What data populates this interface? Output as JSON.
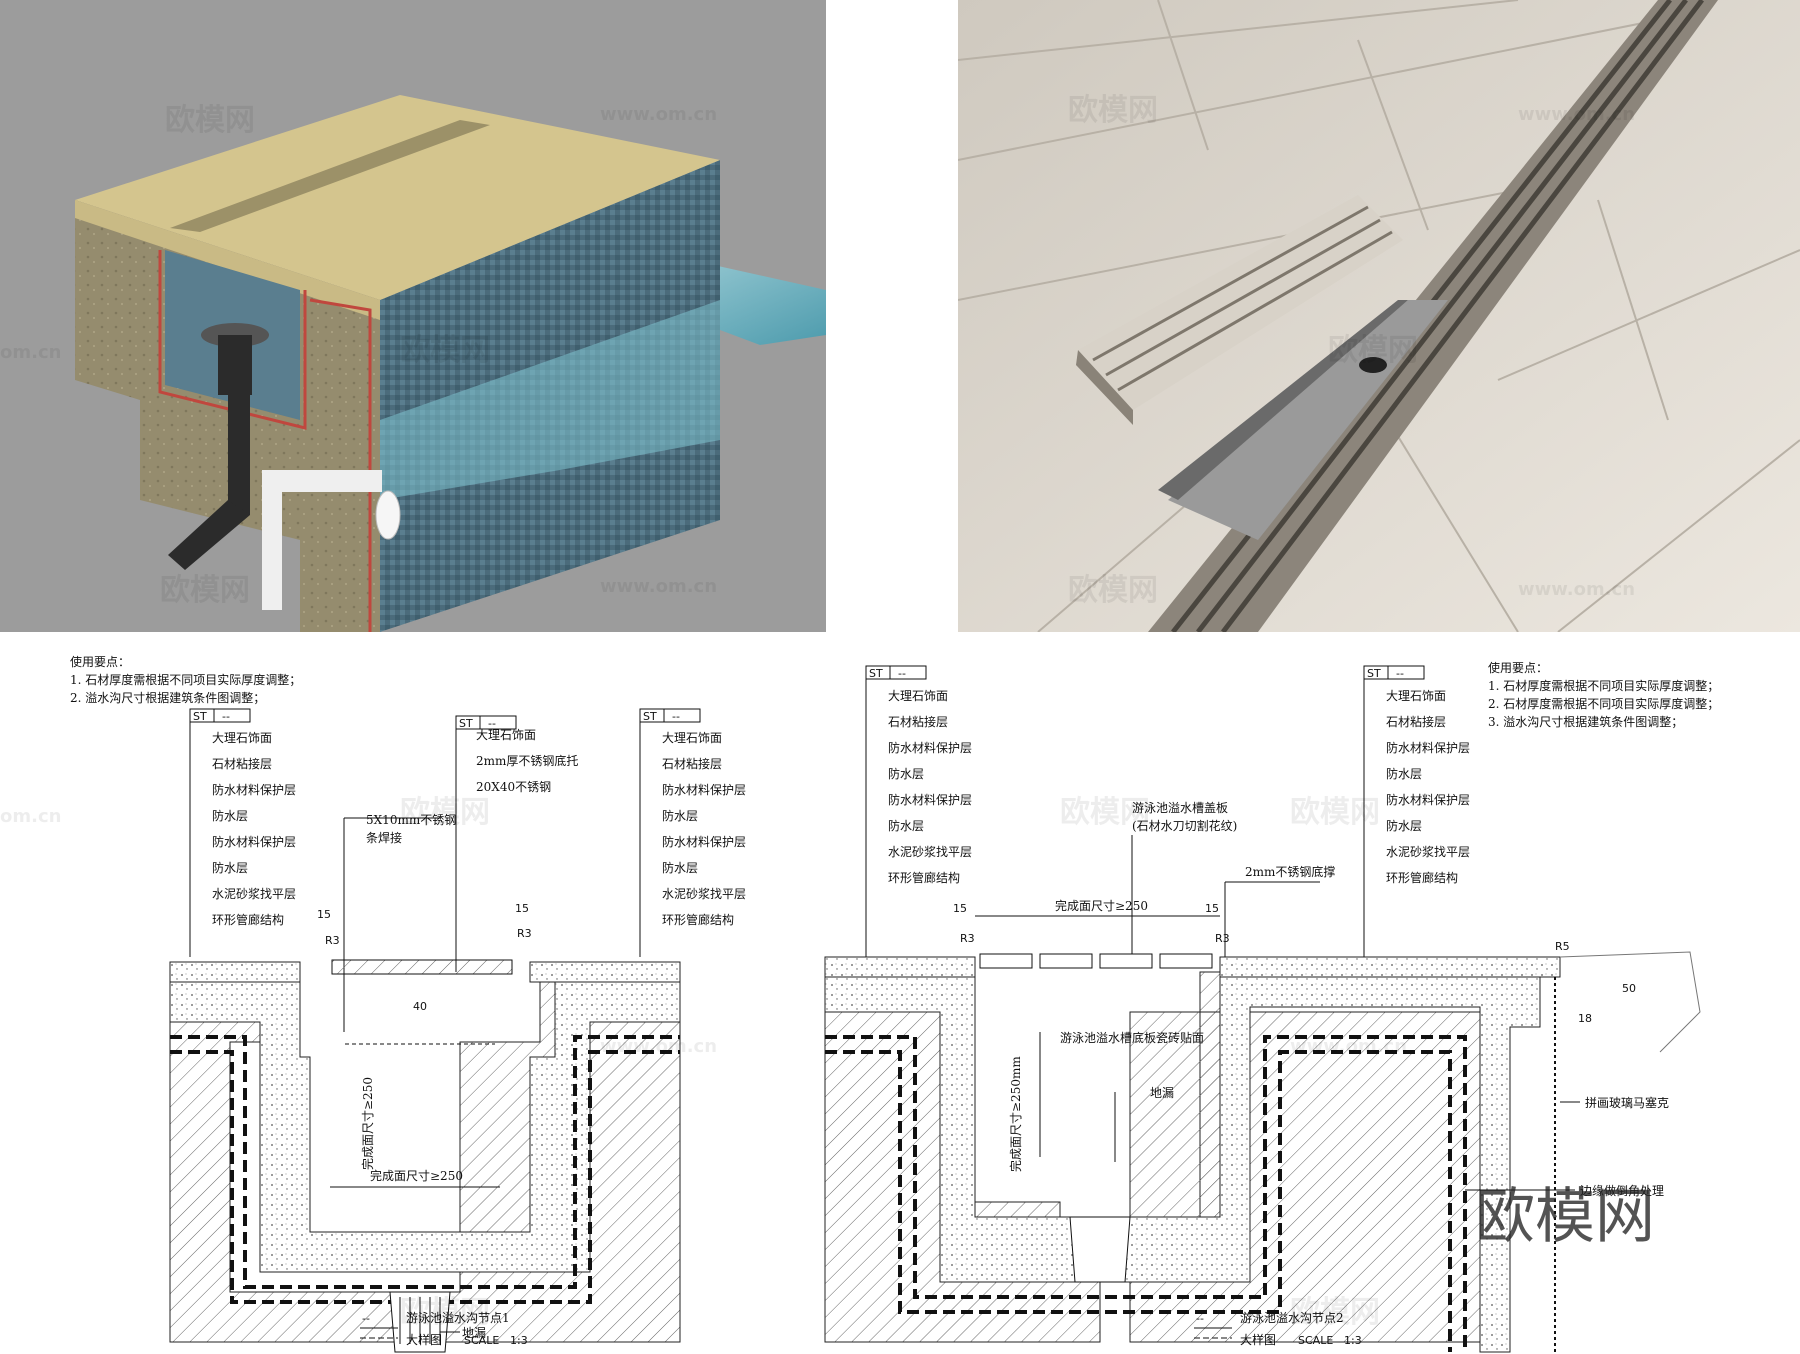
{
  "watermark": {
    "brand": "欧模网",
    "url": "www.om.cn",
    "url_short": "om.cn",
    "big": "欧模网"
  },
  "detail1": {
    "notes_title": "使用要点：",
    "notes": [
      "1.  石材厚度需根据不同项目实际厚度调整；",
      "2.  溢水沟尺寸根据建筑条件图调整；"
    ],
    "tag": [
      "ST",
      "--"
    ],
    "left_layers": [
      "大理石饰面",
      "石材粘接层",
      "防水材料保护层",
      "防水层",
      "防水材料保护层",
      "防水层",
      "水泥砂浆找平层",
      "环形管廊结构"
    ],
    "center_tag": [
      "ST",
      "--"
    ],
    "center_labels": [
      "大理石饰面",
      "2mm厚不锈钢底托",
      "20X40不锈钢"
    ],
    "weld_label": [
      "5X10mm不锈钢",
      "条焊接"
    ],
    "right_tag": [
      "ST",
      "--"
    ],
    "right_layers": [
      "大理石饰面",
      "石材粘接层",
      "防水材料保护层",
      "防水层",
      "防水材料保护层",
      "防水层",
      "水泥砂浆找平层",
      "环形管廊结构"
    ],
    "dims": {
      "d15a": "15",
      "d15b": "15",
      "r3a": "R3",
      "r3b": "R3",
      "d40": "40",
      "vert": "完成面尺寸≥250",
      "horiz": "完成面尺寸≥250"
    },
    "drain": "地漏",
    "title": "游泳池溢水沟节点1",
    "subtitle": "大样图",
    "scale_label": "SCALE",
    "scale": "1:3",
    "id_mark": "--"
  },
  "detail2": {
    "left_tag": [
      "ST",
      "--"
    ],
    "left_layers": [
      "大理石饰面",
      "石材粘接层",
      "防水材料保护层",
      "防水层",
      "防水材料保护层",
      "防水层",
      "水泥砂浆找平层",
      "环形管廊结构"
    ],
    "cover_label": [
      "游泳池溢水槽盖板",
      "(石材水刀切割花纹)"
    ],
    "support_label": "2mm不锈钢底撑",
    "tile_label": "游泳池溢水槽底板瓷砖贴面",
    "drain": "地漏",
    "mosaic_label": "拼画玻璃马塞克",
    "edge_label": "边缘做倒角处理",
    "dims": {
      "d15a": "15",
      "d15b": "15",
      "top": "完成面尺寸≥250",
      "vert": "完成面尺寸≥250mm",
      "r3a": "R3",
      "r3b": "R3",
      "r5": "R5",
      "d50": "50",
      "d18": "18"
    },
    "right_tag": [
      "ST",
      "--"
    ],
    "right_layers": [
      "大理石饰面",
      "石材粘接层",
      "防水材料保护层",
      "防水层",
      "防水材料保护层",
      "防水层",
      "水泥砂浆找平层",
      "环形管廊结构"
    ],
    "notes_title": "使用要点：",
    "notes": [
      "1.  石材厚度需根据不同项目实际厚度调整；",
      "2.  石材厚度需根据不同项目实际厚度调整；",
      "3.  溢水沟尺寸根据建筑条件图调整；"
    ],
    "title": "游泳池溢水沟节点2",
    "subtitle": "大样图",
    "scale_label": "SCALE",
    "scale": "1:3",
    "id_mark": "--"
  },
  "colors": {
    "stone": "#d4c58e",
    "tile": "#4f7183",
    "water": "#7fc3cf",
    "concrete": "#b9ad8c",
    "pipe": "#2b2b2b",
    "pipe_white": "#efefef",
    "waterproof_red": "#c0473e"
  }
}
